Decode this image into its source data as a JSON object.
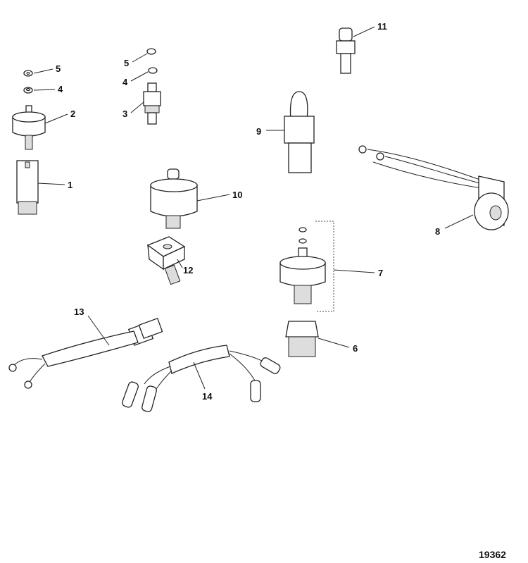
{
  "callouts": {
    "c1": "1",
    "c2": "2",
    "c3": "3",
    "c4a": "4",
    "c4b": "4",
    "c5a": "5",
    "c5b": "5",
    "c6": "6",
    "c7": "7",
    "c8": "8",
    "c9": "9",
    "c10": "10",
    "c11": "11",
    "c12": "12",
    "c13": "13",
    "c14": "14"
  },
  "figure_number": "19362"
}
